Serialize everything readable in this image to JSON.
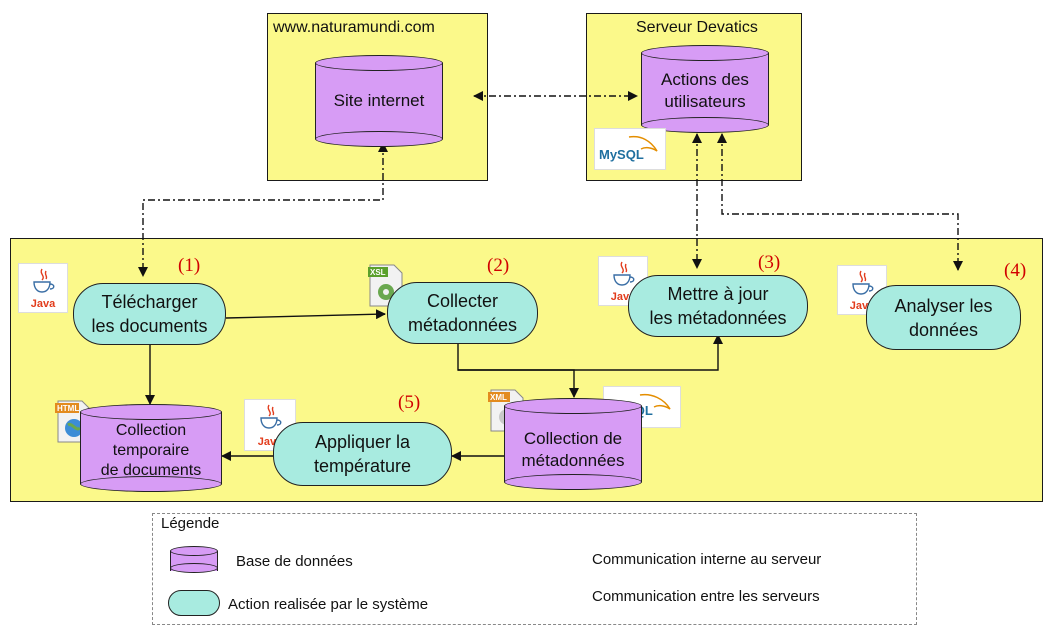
{
  "servers": {
    "naturamundi": {
      "title": "www.naturamundi.com",
      "db_label": "Site internet"
    },
    "devatics": {
      "title": "Serveur Devatics",
      "db_label_1": "Actions des",
      "db_label_2": "utilisateurs"
    }
  },
  "steps": {
    "step1": {
      "num": "(1)",
      "line1": "Télécharger",
      "line2": "les documents"
    },
    "step2": {
      "num": "(2)",
      "line1": "Collecter",
      "line2": "métadonnées"
    },
    "step3": {
      "num": "(3)",
      "line1": "Mettre à jour",
      "line2": "les métadonnées"
    },
    "step4": {
      "num": "(4)",
      "line1": "Analyser les",
      "line2": "données"
    },
    "step5": {
      "num": "(5)",
      "line1": "Appliquer la",
      "line2": "température"
    }
  },
  "databases": {
    "temp_docs": {
      "line1": "Collection",
      "line2": "temporaire",
      "line3": "de documents"
    },
    "metadata": {
      "line1": "Collection de",
      "line2": "métadonnées"
    }
  },
  "icons": {
    "java": "Java",
    "mysql": "MySQL",
    "xsl": "XSL",
    "html": "HTML",
    "xml": "XML"
  },
  "legend": {
    "title": "Légende",
    "database": "Base de données",
    "action": "Action realisée par le  système",
    "internal": "Communication interne au serveur",
    "external": "Communication entre les serveurs"
  },
  "colors": {
    "frame": "#fbf98a",
    "database": "#d79cf5",
    "action": "#a8ebe0",
    "step_number": "#d10000"
  }
}
